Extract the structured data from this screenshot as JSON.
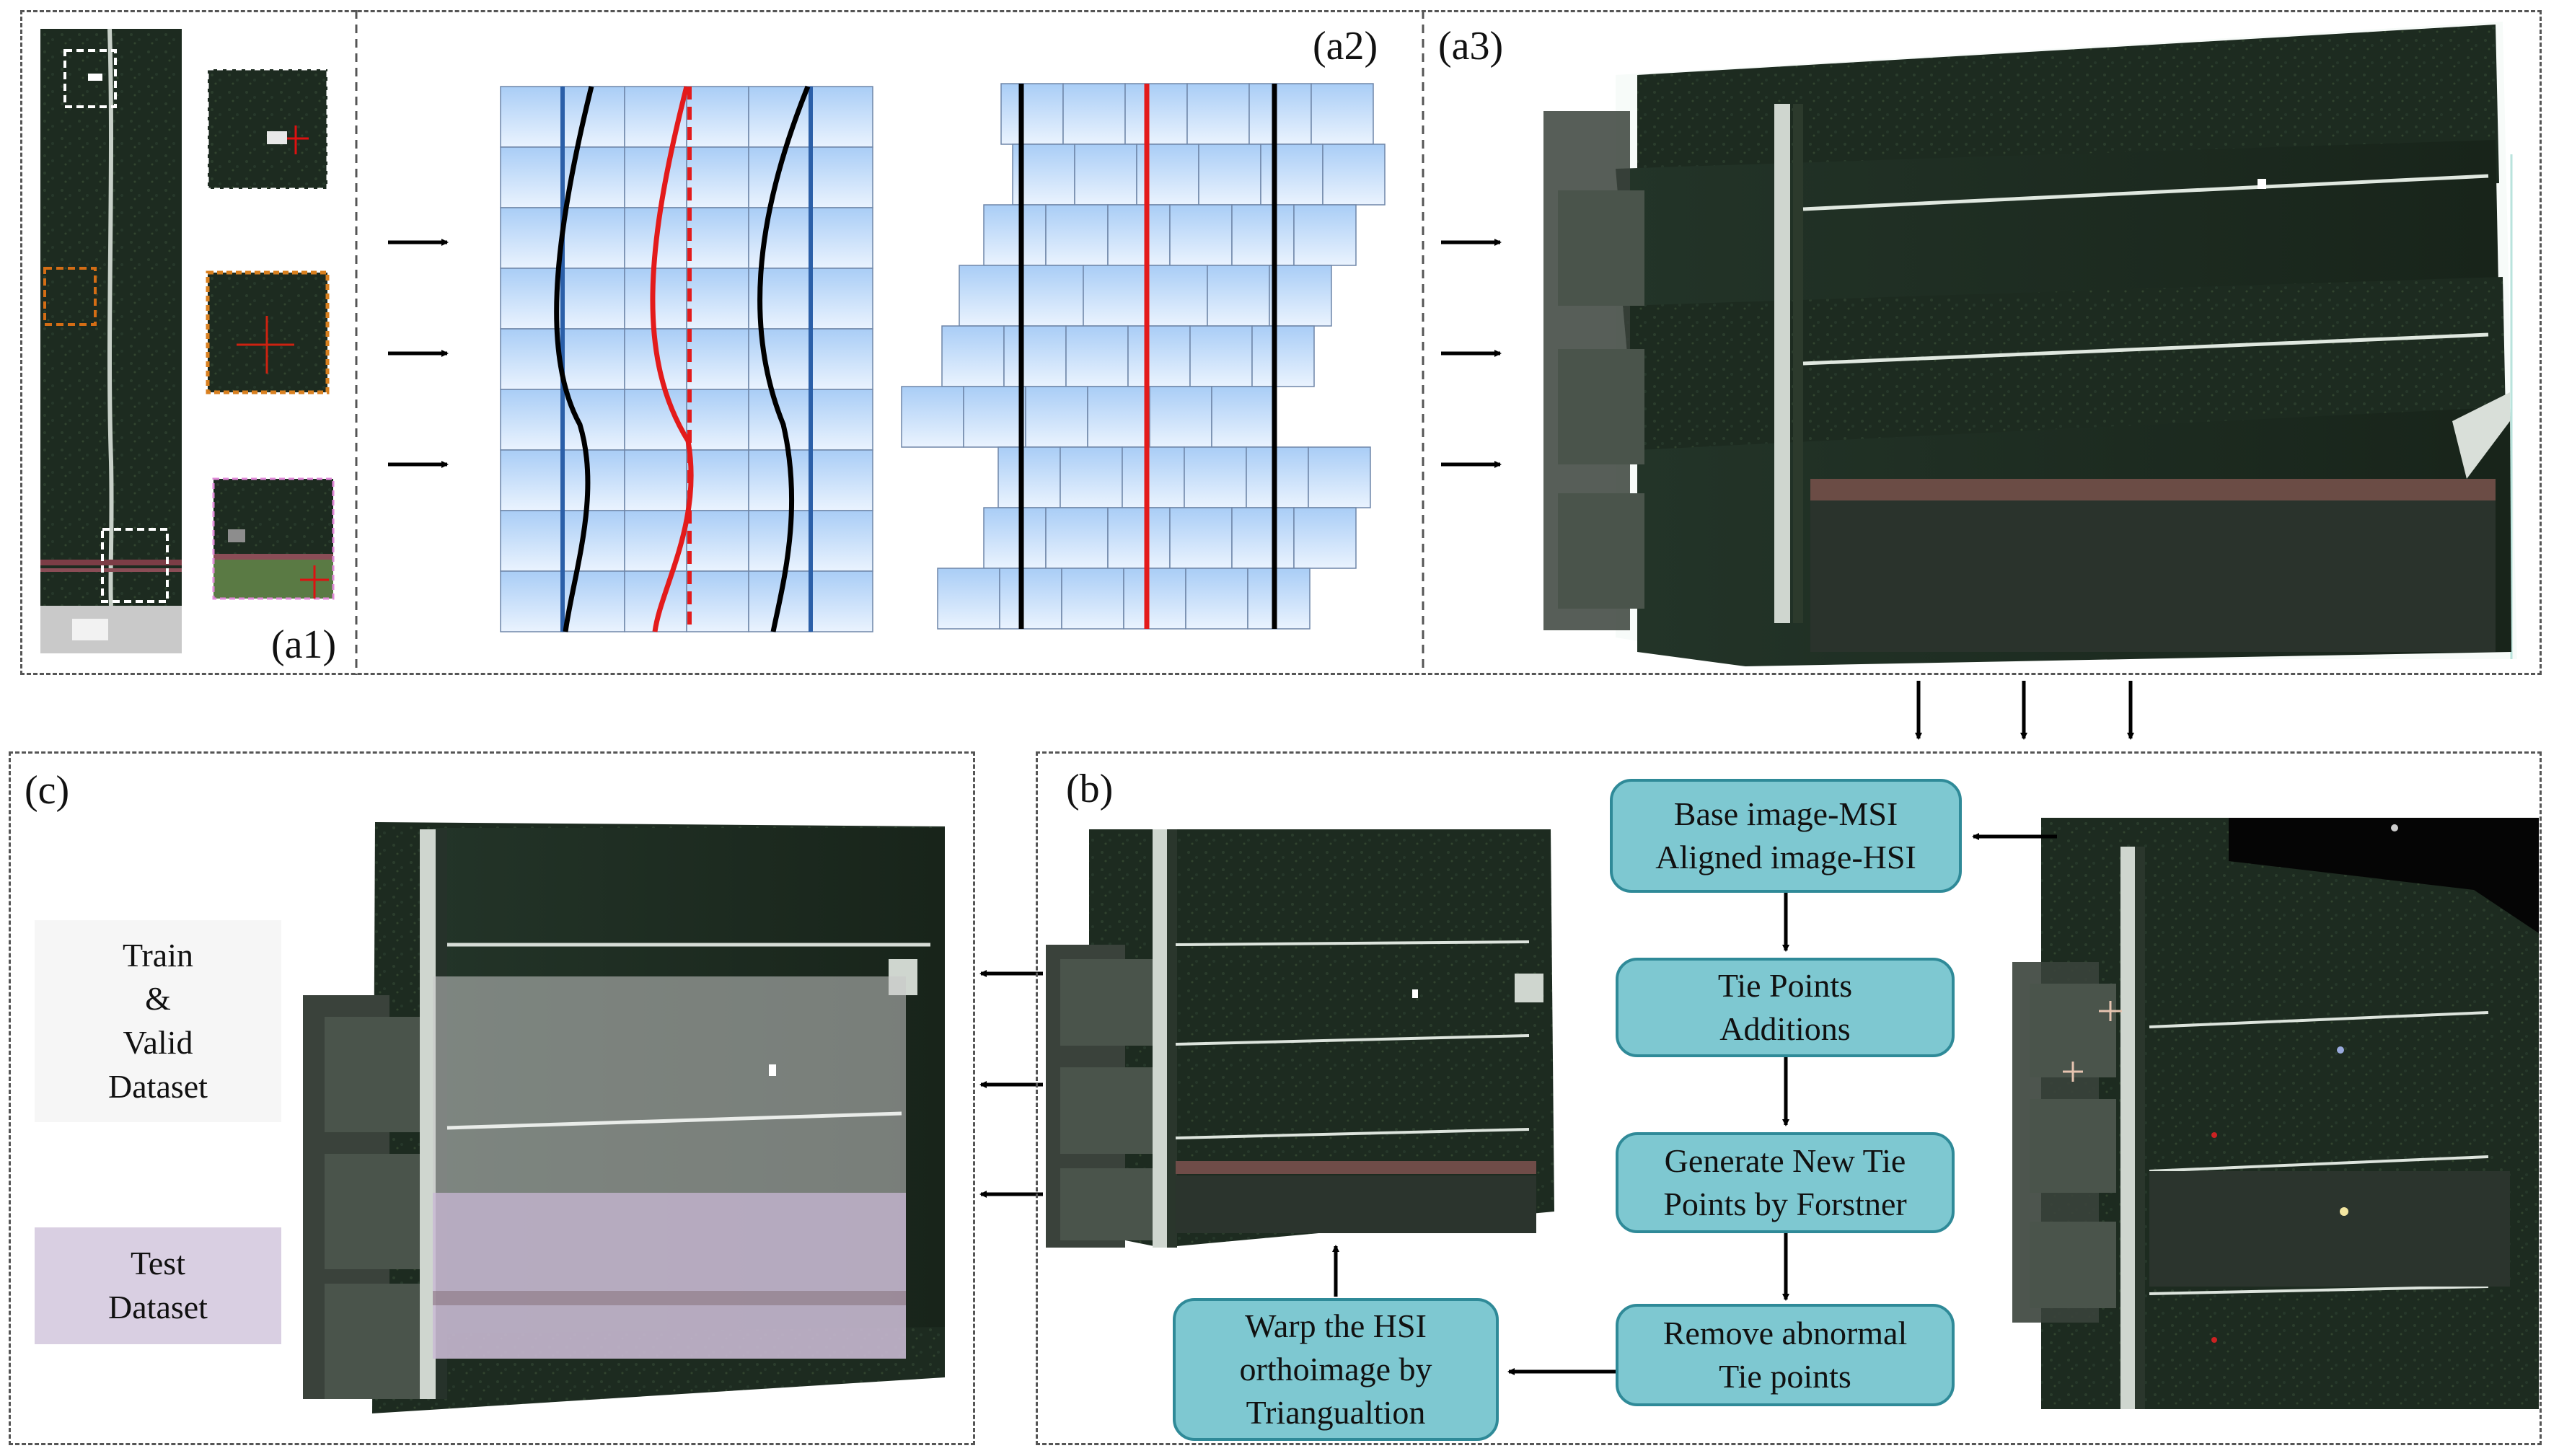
{
  "panels": {
    "a1": "(a1)",
    "a2": "(a2)",
    "a3": "(a3)",
    "b": "(b)",
    "c": "(c)"
  },
  "flow": {
    "base": "Base image-MSI\nAligned image-HSI",
    "tie_add": "Tie Points\nAdditions",
    "generate": "Generate New Tie\nPoints by Forstner",
    "remove": "Remove abnormal\nTie points",
    "warp": "Warp the HSI\northoimage by\nTriangualtion"
  },
  "datasets": {
    "train": "Train\n&\nValid\nDataset",
    "test": "Test\nDataset"
  },
  "colors": {
    "flow_box": "#7ec8d1",
    "flow_border": "#2f8a98",
    "tile_top": "#a9cdf6",
    "tile_bottom": "#e8f2fe",
    "red_curve": "#e31b1b",
    "blue_line": "#2b5fa8",
    "train_box": "#f5f5f5",
    "test_box": "#d8cde0",
    "test_overlay": "#c9b8d6"
  }
}
